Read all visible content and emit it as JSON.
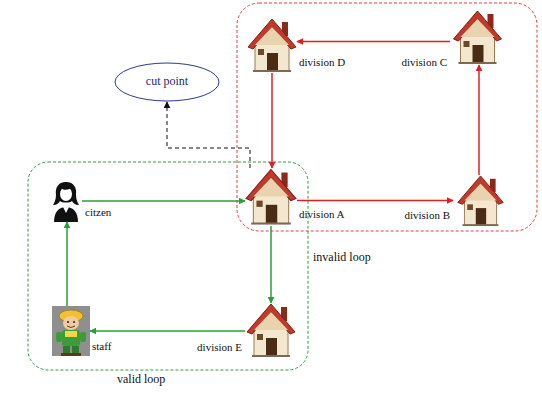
{
  "diagram": {
    "nodes": [
      {
        "text": [
          "cut point"
        ]
      },
      {
        "text": [
          "division D"
        ]
      },
      {
        "text": [
          "division C"
        ]
      },
      {
        "text": [
          "citzen"
        ]
      },
      {
        "text": [
          "division A"
        ]
      },
      {
        "text": [
          "division B"
        ]
      },
      {
        "text": [
          "division E"
        ]
      },
      {
        "text": [
          "staff"
        ]
      }
    ],
    "edges": [
      {
        "from": 2,
        "to": 1,
        "arrow": "to"
      },
      {
        "from": 1,
        "to": 4,
        "arrow": "to"
      },
      {
        "from": 4,
        "to": 5,
        "arrow": "to"
      },
      {
        "from": 5,
        "to": 2,
        "arrow": "to"
      },
      {
        "from": 3,
        "to": 4,
        "arrow": "to"
      },
      {
        "from": 4,
        "to": 6,
        "arrow": "to"
      },
      {
        "from": 6,
        "to": 7,
        "arrow": "to"
      },
      {
        "from": 7,
        "to": 3,
        "arrow": "to"
      },
      {
        "from": 4,
        "to": 0,
        "arrow": "to"
      }
    ],
    "labels": [
      "invalid loop",
      "valid loop"
    ]
  }
}
